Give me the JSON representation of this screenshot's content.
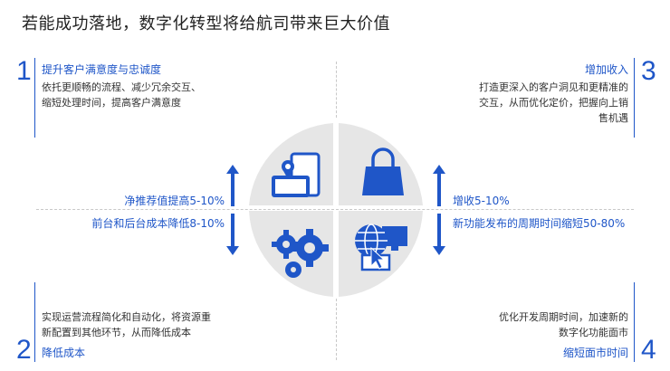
{
  "title": "若能成功落地，数字化转型将给航司带来巨大价值",
  "colors": {
    "accent": "#1f56c8",
    "circle_bg": "#e6e6e6"
  },
  "quadrants": [
    {
      "number": "1",
      "heading": "提升客户满意度与忠诚度",
      "body": [
        "依托更顺畅的流程、减少冗余交互、",
        "缩短处理时间，提高客户满意度"
      ],
      "icon": "mobile-devices-icon"
    },
    {
      "number": "2",
      "heading": "降低成本",
      "body": [
        "实现运营流程简化和自动化，将资源重",
        "新配置到其他环节，从而降低成本"
      ],
      "icon": "gears-icon"
    },
    {
      "number": "3",
      "heading": "增加收入",
      "body": [
        "打造更深入的客户洞见和更精准的",
        "交互，从而优化定价，把握向上销",
        "售机遇"
      ],
      "icon": "shopping-bag-icon"
    },
    {
      "number": "4",
      "heading": "缩短面市时间",
      "body": [
        "优化开发周期时间，加速新的",
        "数字化功能面市"
      ],
      "icon": "globe-screen-icon"
    }
  ],
  "metrics": {
    "left_top": "净推荐值提高5-10%",
    "left_bottom": "前台和后台成本降低8-10%",
    "right_top": "增收5-10%",
    "right_bottom": "新功能发布的周期时间缩短50-80%"
  }
}
